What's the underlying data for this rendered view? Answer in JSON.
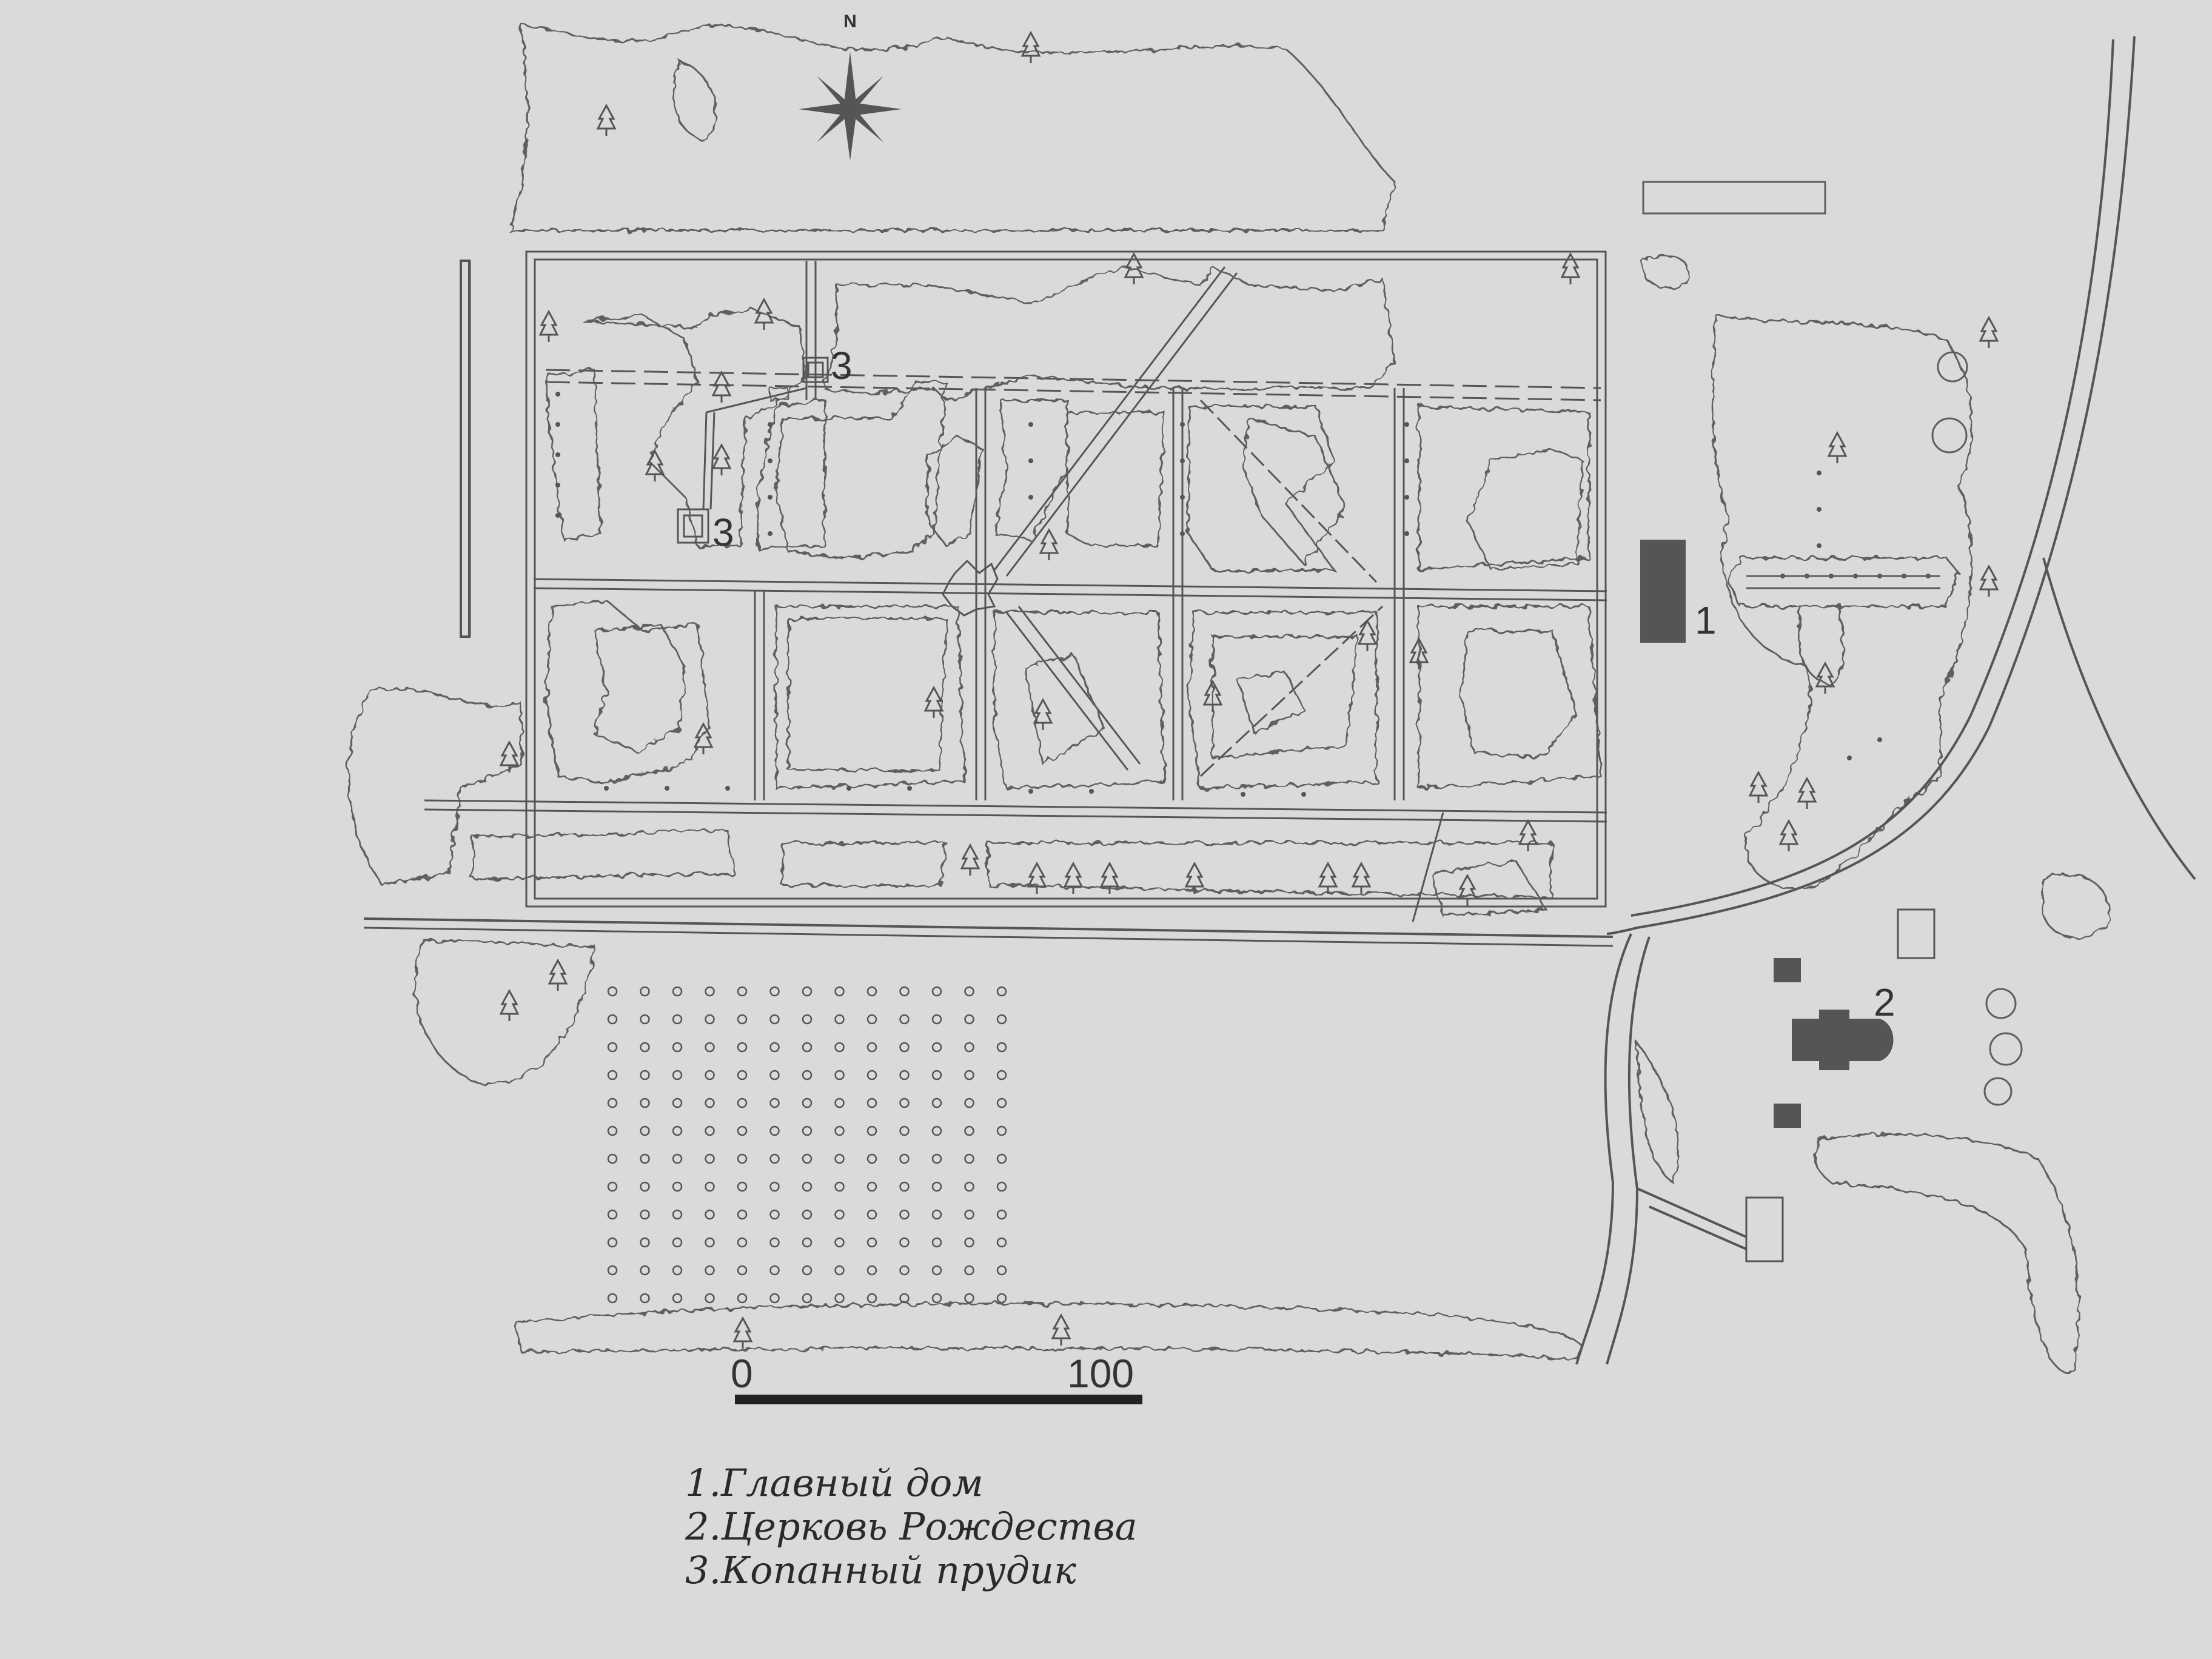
{
  "map": {
    "north_label": "N",
    "scale": {
      "start_label": "0",
      "end_label": "100"
    },
    "markers": [
      {
        "id": "1",
        "label": "1"
      },
      {
        "id": "2",
        "label": "2"
      },
      {
        "id": "3a",
        "label": "3"
      },
      {
        "id": "3b",
        "label": "3"
      }
    ],
    "legend": [
      "1.Главный дом",
      "2.Церковь Рождества",
      "3.Копанный прудик"
    ]
  },
  "colors": {
    "background": "#d9dbda",
    "ink": "#555555",
    "building": "#555555"
  }
}
